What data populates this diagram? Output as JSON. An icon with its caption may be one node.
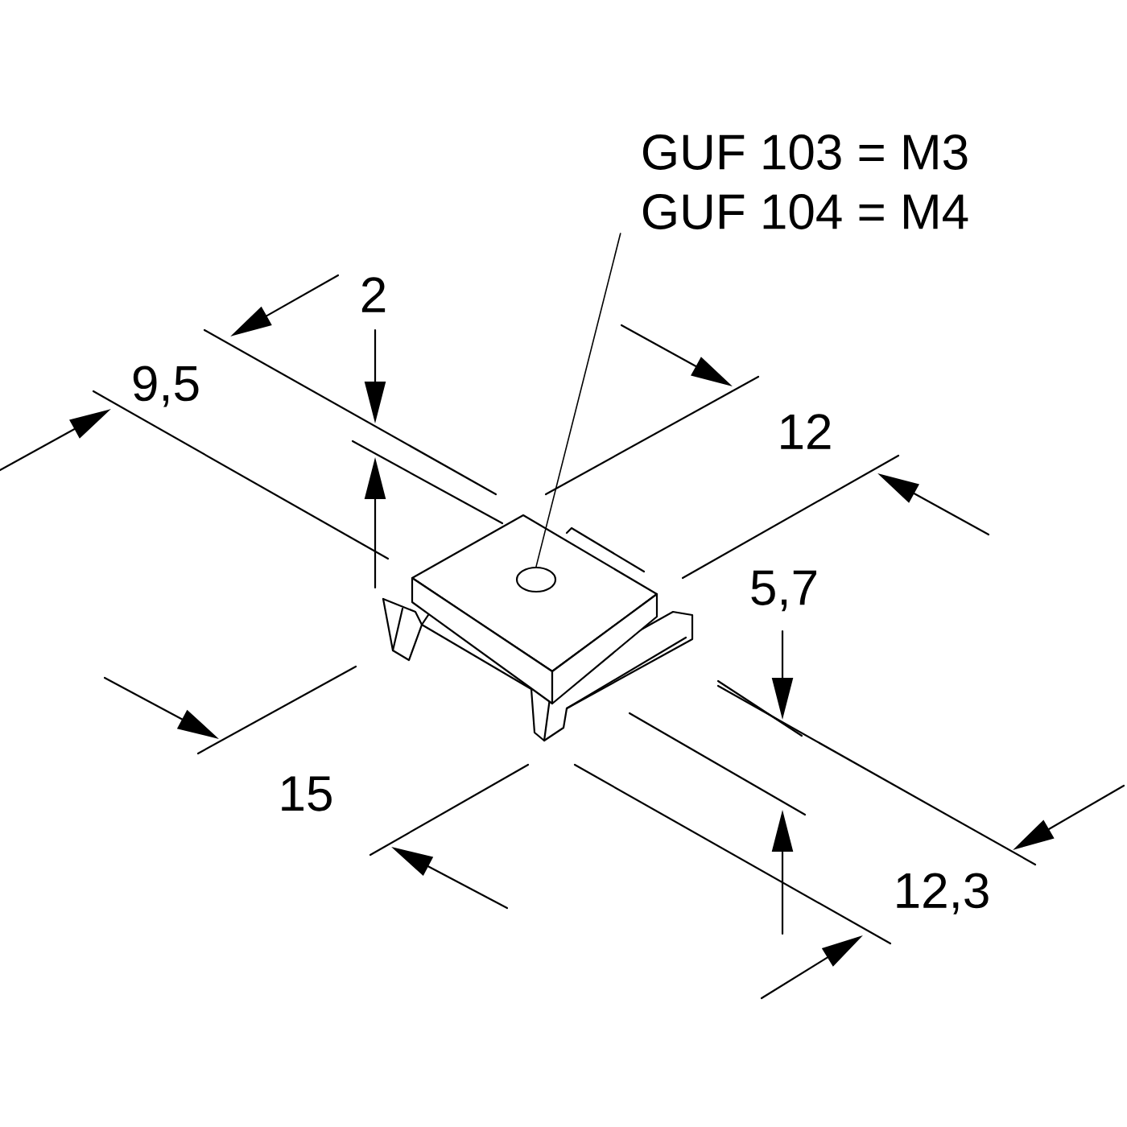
{
  "diagram": {
    "nodes": [
      {
        "text": [
          "GUF 103 = M3",
          "GUF 104 = M4"
        ]
      },
      {
        "text": [],
        "shape": "circle"
      }
    ],
    "edges": [
      {
        "from": 0,
        "to": 1,
        "arrow": "none"
      }
    ],
    "labels": [
      "2",
      "9,5",
      "12",
      "5,7",
      "15",
      "12,3"
    ]
  }
}
